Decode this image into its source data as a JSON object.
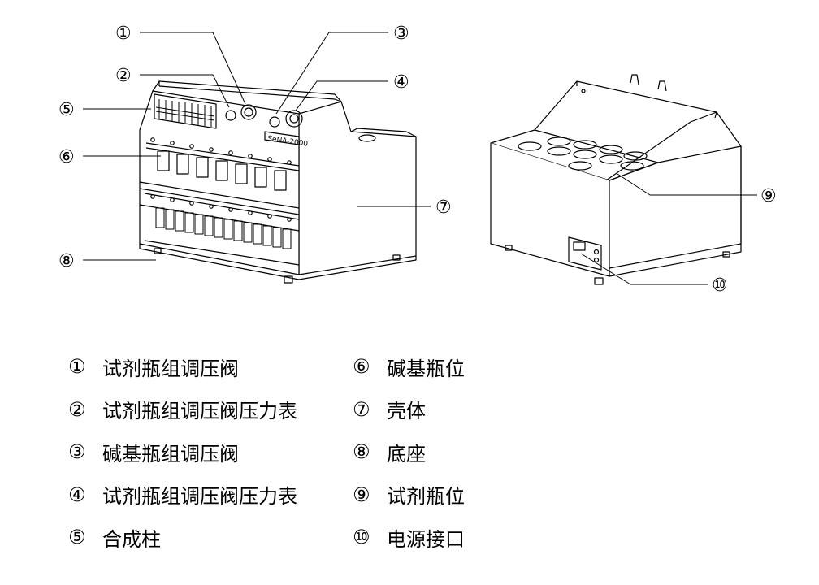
{
  "callouts": {
    "c1": "①",
    "c2": "②",
    "c3": "③",
    "c4": "④",
    "c5": "⑤",
    "c6": "⑥",
    "c7": "⑦",
    "c8": "⑧",
    "c9": "⑨",
    "c10": "⑩"
  },
  "device": {
    "brand_label": "SeNA-2000"
  },
  "legend": {
    "left": [
      {
        "num": "①",
        "text": "试剂瓶组调压阀"
      },
      {
        "num": "②",
        "text": "试剂瓶组调压阀压力表"
      },
      {
        "num": "③",
        "text": "碱基瓶组调压阀"
      },
      {
        "num": "④",
        "text": "试剂瓶组调压阀压力表"
      },
      {
        "num": "⑤",
        "text": "合成柱"
      }
    ],
    "right": [
      {
        "num": "⑥",
        "text": "碱基瓶位"
      },
      {
        "num": "⑦",
        "text": "壳体"
      },
      {
        "num": "⑧",
        "text": "底座"
      },
      {
        "num": "⑨",
        "text": "试剂瓶位"
      },
      {
        "num": "⑩",
        "text": "电源接口"
      }
    ]
  }
}
